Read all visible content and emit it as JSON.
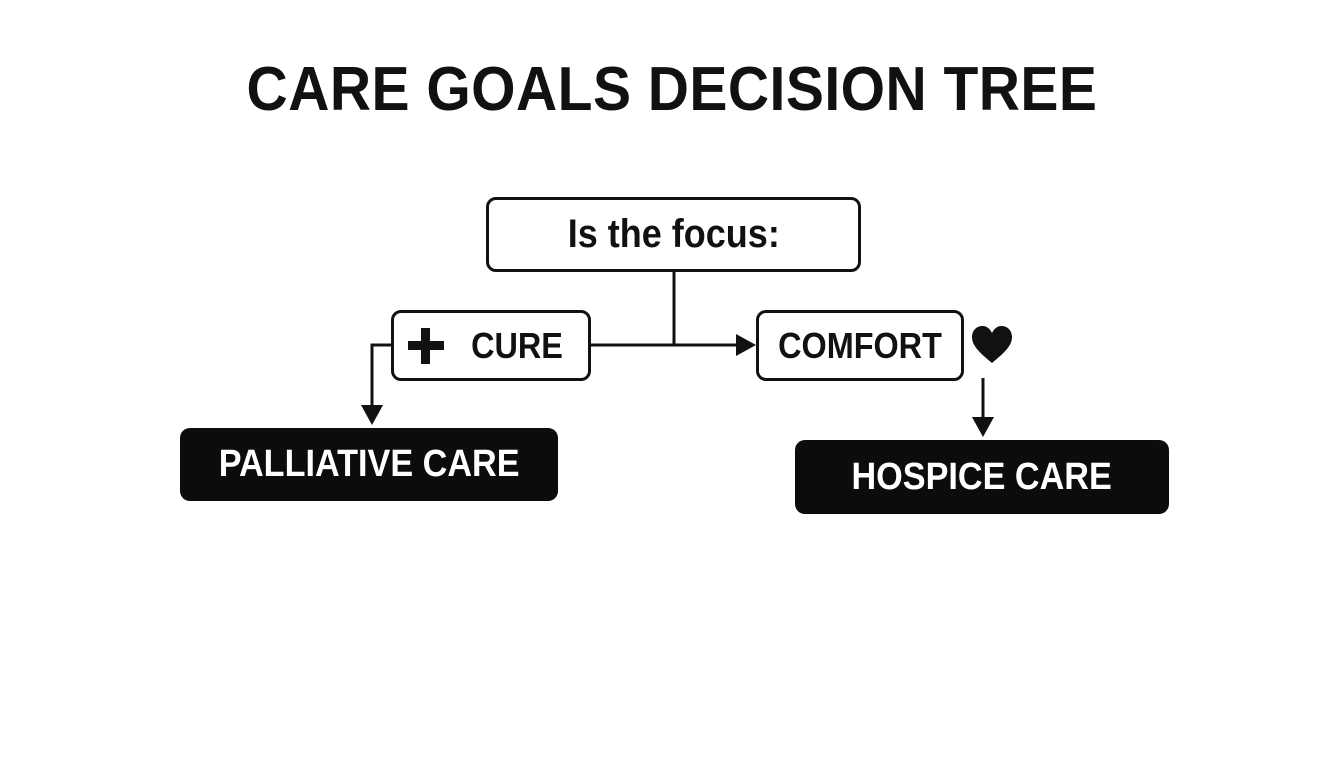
{
  "diagram": {
    "title": "CARE GOALS DECISION TREE",
    "nodes": {
      "question": {
        "label": "Is the focus:"
      },
      "cure": {
        "label": "CURE",
        "icon": "plus-icon"
      },
      "comfort": {
        "label": "COMFORT",
        "icon": "heart-icon"
      },
      "palliative": {
        "label": "PALLIATIVE CARE"
      },
      "hospice": {
        "label": "HOSPICE CARE"
      }
    },
    "edges": [
      {
        "from": "question",
        "to": "cure"
      },
      {
        "from": "question",
        "to": "comfort"
      },
      {
        "from": "cure",
        "to": "palliative"
      },
      {
        "from": "comfort",
        "to": "hospice"
      }
    ],
    "colors": {
      "ink": "#111111",
      "filled_node": "#0c0c0c",
      "filled_text": "#ffffff",
      "background": "#ffffff"
    }
  }
}
